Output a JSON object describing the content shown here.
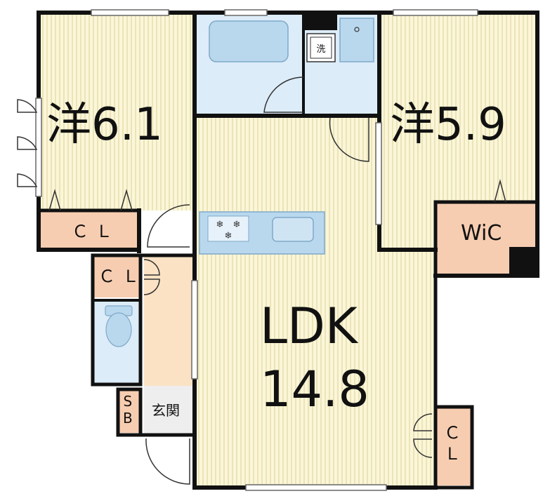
{
  "rooms": {
    "western1": {
      "kanji": "洋",
      "size": "6.1"
    },
    "western2": {
      "kanji": "洋",
      "size": "5.9"
    },
    "ldk": {
      "name": "LDK",
      "size": "14.8"
    },
    "wic": "WiC",
    "closet1": "ＣＬ",
    "closet2": "ＣＬ",
    "closet3": {
      "top": "Ｃ",
      "bottom": "Ｌ"
    },
    "shoebox": {
      "top": "S",
      "bottom": "B"
    },
    "entrance": "玄関"
  },
  "fixtures": {
    "washer_mark": "洗"
  },
  "colors": {
    "room_fill": "#fbf6d8",
    "stripe": "#e9e2b6",
    "wet_area": "#dcecf8",
    "fixture_blue": "#b9d8ee",
    "closet": "#f7cdb1",
    "hall": "#fbe2c4",
    "entrance": "#eeeeee",
    "wall": "#111111"
  }
}
